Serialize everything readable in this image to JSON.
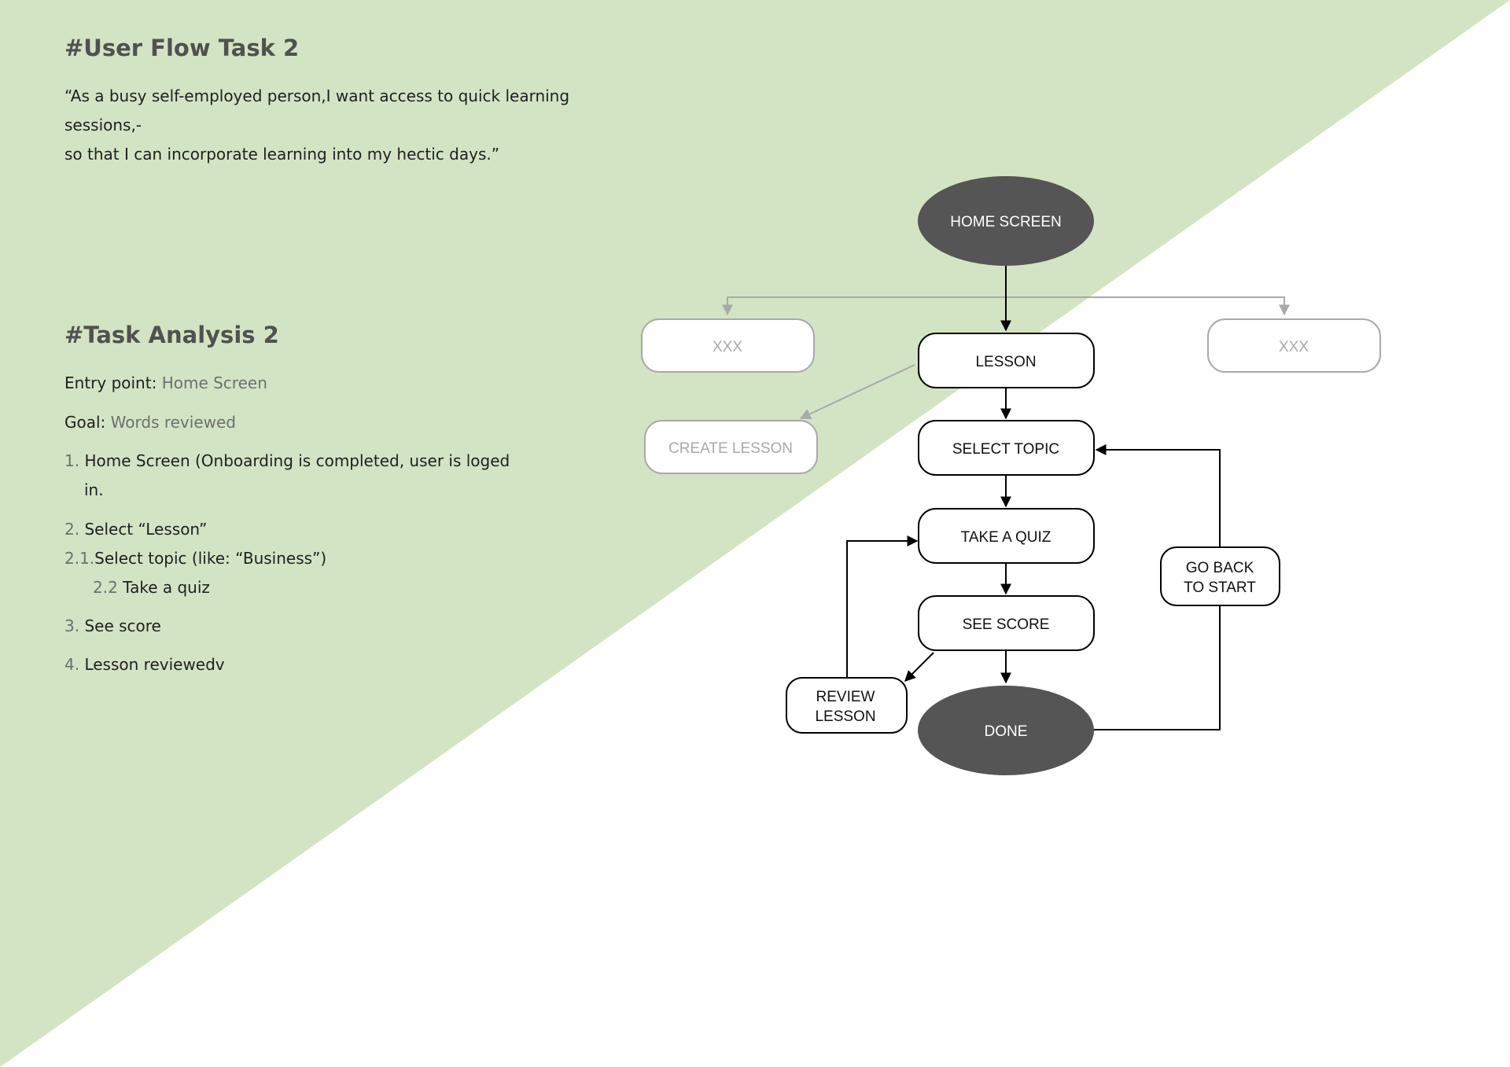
{
  "colors": {
    "accent_green": "#d3e4c4",
    "dark_node": "#545554",
    "muted_node": "#a9a9a9",
    "heading": "#4f524f"
  },
  "user_flow": {
    "heading": "#User Flow Task 2",
    "quote_line1": "“As a busy self-employed person,I want access to quick learning sessions,-",
    "quote_line2": "so that I can incorporate learning into my hectic days.”"
  },
  "task_analysis": {
    "heading": "#Task Analysis 2",
    "entry_label": "Entry point:",
    "entry_value": "Home Screen",
    "goal_label": "Goal:",
    "goal_value": "Words reviewed",
    "steps": [
      {
        "num": "1.",
        "text_line1": "Home Screen (Onboarding is completed, user is loged",
        "text_line2": "in."
      },
      {
        "num": "2.",
        "text": "Select “Lesson”"
      },
      {
        "num": "2.1.",
        "text": "Select topic (like: “Business”)"
      },
      {
        "num": "2.2",
        "text": "Take a quiz"
      },
      {
        "num": "3.",
        "text": "See score"
      },
      {
        "num": "4.",
        "text": "Lesson reviewedv"
      }
    ]
  },
  "flow": {
    "home": "HOME SCREEN",
    "xxx_left": "XXX",
    "xxx_right": "XXX",
    "lesson": "LESSON",
    "create_lesson": "CREATE LESSON",
    "select_topic": "SELECT TOPIC",
    "take_quiz": "TAKE A QUIZ",
    "see_score": "SEE SCORE",
    "review_line1": "REVIEW",
    "review_line2": "LESSON",
    "go_back_line1": "GO BACK",
    "go_back_line2": "TO START",
    "done": "DONE"
  }
}
